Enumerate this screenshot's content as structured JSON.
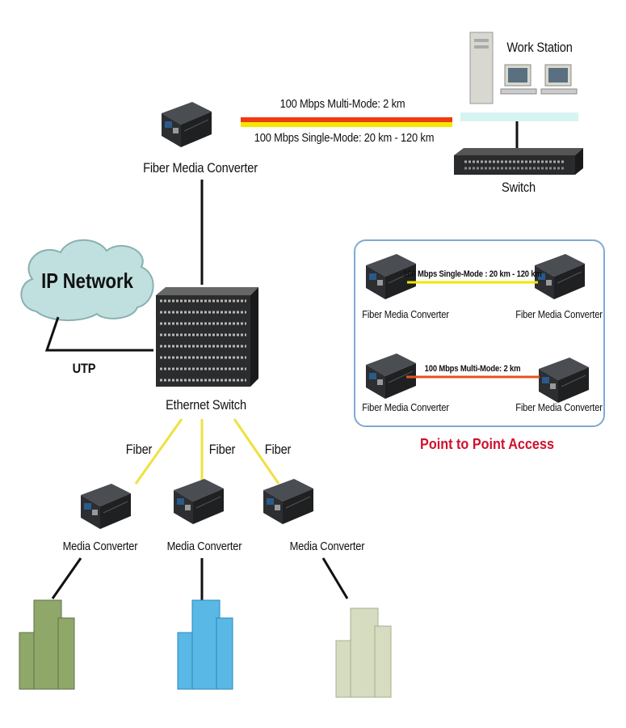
{
  "top": {
    "workstation_label": "Work Station",
    "switch_label": "Switch",
    "fiber_media_converter_label": "Fiber Media Converter",
    "multimode_label": "100 Mbps Multi-Mode: 2 km",
    "singlemode_label": "100 Mbps Single-Mode: 20 km - 120 km"
  },
  "center": {
    "cloud_label": "IP Network",
    "utp_label": "UTP",
    "ethernet_switch_label": "Ethernet Switch",
    "fiber_links": [
      "Fiber",
      "Fiber",
      "Fiber"
    ],
    "media_converters": [
      "Media Converter",
      "Media Converter",
      "Media Converter"
    ]
  },
  "point_to_point": {
    "title": "Point to Point Access",
    "rows": [
      {
        "link_label": "100 Mbps Single-Mode : 20 km - 120 km",
        "left_label": "Fiber Media Converter",
        "right_label": "Fiber Media Converter",
        "link_color": "#f2e600"
      },
      {
        "link_label": "100 Mbps Multi-Mode: 2 km",
        "left_label": "Fiber Media Converter",
        "right_label": "Fiber Media Converter",
        "link_color": "#e0541c"
      }
    ]
  },
  "colors": {
    "multimode": "#ee3a12",
    "singlemode": "#f5e600",
    "fiber": "#f0e040",
    "lan_bar": "#d6f4f2",
    "box_border": "#7fa9d4",
    "title_red": "#d0102c",
    "cloud_fill": "#bfe0df",
    "building_green": "#8fa86a",
    "building_blue": "#5ab8e6",
    "building_pale": "#d6dcc0"
  }
}
